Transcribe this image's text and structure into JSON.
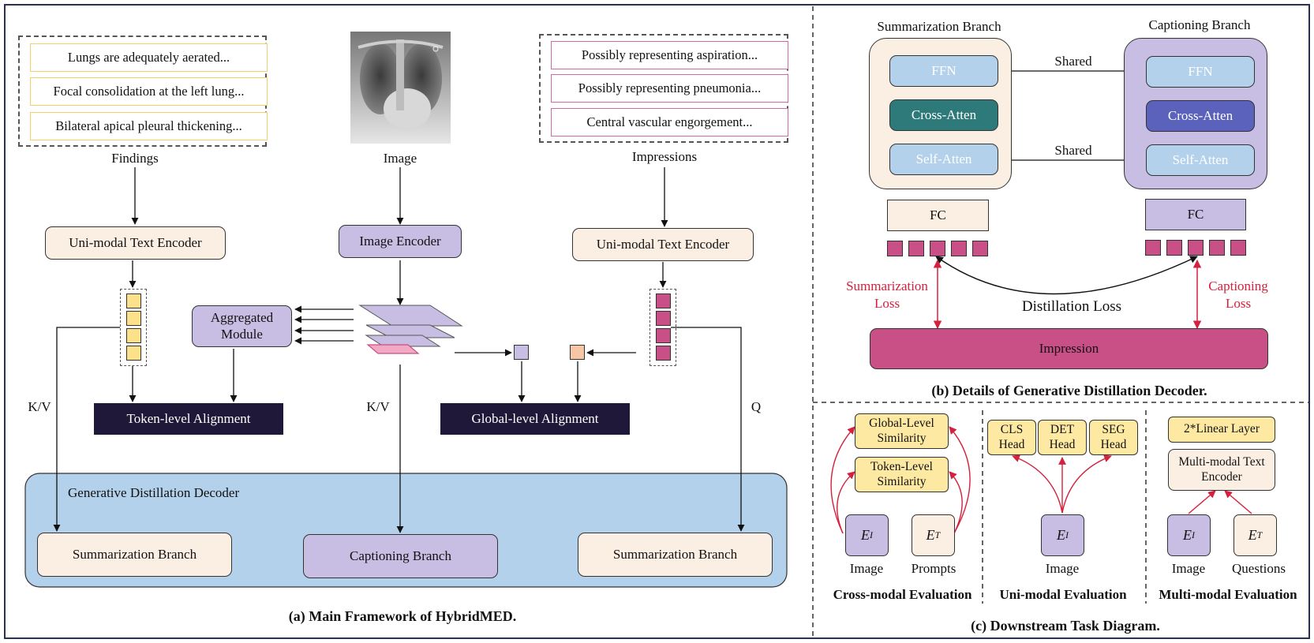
{
  "panel_a": {
    "findings": [
      "Lungs are adequately aerated...",
      "Focal consolidation at the left lung...",
      "Bilateral apical pleural thickening..."
    ],
    "findings_label": "Findings",
    "image_label": "Image",
    "impressions": [
      "Possibly representing aspiration...",
      "Possibly representing pneumonia...",
      "Central vascular engorgement..."
    ],
    "impressions_label": "Impressions",
    "text_encoder_left": "Uni-modal Text Encoder",
    "image_encoder": "Image Encoder",
    "text_encoder_right": "Uni-modal Text Encoder",
    "aggregated_module": "Aggregated Module",
    "token_alignment": "Token-level Alignment",
    "global_alignment": "Global-level Alignment",
    "kv_left": "K/V",
    "kv_center": "K/V",
    "q_right": "Q",
    "decoder_label": "Generative Distillation Decoder",
    "branch_left": "Summarization Branch",
    "branch_center": "Captioning Branch",
    "branch_right": "Summarization Branch",
    "caption": "(a) Main Framework of HybridMED."
  },
  "panel_b": {
    "summ_title": "Summarization Branch",
    "cap_title": "Captioning Branch",
    "ffn": "FFN",
    "cross_atten": "Cross-Atten",
    "self_atten": "Self-Atten",
    "shared_top": "Shared",
    "shared_bottom": "Shared",
    "fc_left": "FC",
    "fc_right": "FC",
    "summ_loss": "Summarization Loss",
    "cap_loss": "Captioning Loss",
    "distill_loss": "Distillation Loss",
    "impression": "Impression",
    "caption": "(b) Details of Generative Distillation Decoder."
  },
  "panel_c": {
    "cross": {
      "global_sim": "Global-Level Similarity",
      "token_sim": "Token-Level Similarity",
      "enc_image": "E_I",
      "enc_text": "E_T",
      "image_label": "Image",
      "prompts_label": "Prompts",
      "caption": "Cross-modal Evaluation"
    },
    "uni": {
      "heads": [
        "CLS Head",
        "DET Head",
        "SEG Head"
      ],
      "enc_image": "E_I",
      "image_label": "Image",
      "caption": "Uni-modal Evaluation"
    },
    "multi": {
      "linear": "2*Linear Layer",
      "mm_encoder": "Multi-modal Text Encoder",
      "enc_image": "E_I",
      "enc_text": "E_T",
      "image_label": "Image",
      "questions_label": "Questions",
      "caption": "Multi-modal Evaluation"
    },
    "caption": "(c) Downstream Task Diagram."
  },
  "colors": {
    "beige": "#fbefe3",
    "purple": "#c8bee3",
    "light_blue": "#b3d1ea",
    "teal": "#2e7a7a",
    "indigo": "#5a62bb",
    "magenta": "#c94f87",
    "dark_navy": "#1f1838",
    "yellow": "#fde9a1",
    "red": "#d4213d",
    "decoder_bg": "#b3d1ea"
  }
}
